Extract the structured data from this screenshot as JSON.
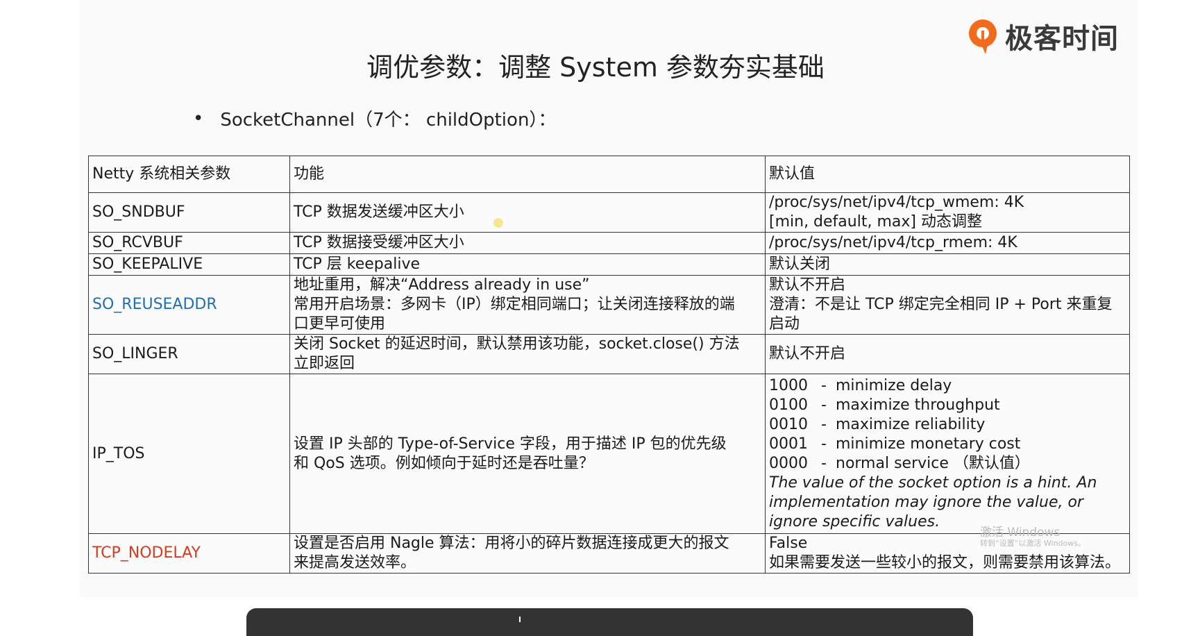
{
  "brand": {
    "logo_text": "极客时间",
    "accent": "#f26b1d"
  },
  "title": "调优参数：调整 System 参数夯实基础",
  "bullet": "SocketChannel（7个： childOption）：",
  "table": {
    "headers": [
      "Netty 系统相关参数",
      "功能",
      "默认值"
    ],
    "rows": [
      {
        "name": "SO_SNDBUF",
        "function": [
          "TCP 数据发送缓冲区大小"
        ],
        "default": [
          "/proc/sys/net/ipv4/tcp_wmem: 4K",
          "[min, default, max] 动态调整"
        ]
      },
      {
        "name": "SO_RCVBUF",
        "function": [
          "TCP 数据接受缓冲区大小"
        ],
        "default": [
          "/proc/sys/net/ipv4/tcp_rmem: 4K"
        ]
      },
      {
        "name": "SO_KEEPALIVE",
        "function": [
          "TCP 层 keepalive"
        ],
        "default": [
          "默认关闭"
        ]
      },
      {
        "name": "SO_REUSEADDR",
        "function": [
          "地址重用，解决“Address already in use”",
          "常用开启场景：多网卡（IP）绑定相同端口；让关闭连接释放的端",
          "口更早可使用"
        ],
        "default": [
          "默认不开启",
          "澄清：不是让 TCP 绑定完全相同 IP + Port 来重复",
          "启动"
        ]
      },
      {
        "name": "SO_LINGER",
        "function": [
          "关闭 Socket 的延迟时间，默认禁用该功能，socket.close() 方法",
          "立即返回"
        ],
        "default": [
          "默认不开启"
        ]
      },
      {
        "name": "IP_TOS",
        "function": [
          "设置 IP 头部的 Type-of-Service 字段，用于描述 IP 包的优先级",
          "和 QoS 选项。例如倾向于延时还是吞吐量？"
        ],
        "tos_values": [
          {
            "code": "1000",
            "desc": "minimize delay"
          },
          {
            "code": "0100",
            "desc": "maximize throughput"
          },
          {
            "code": "0010",
            "desc": "maximize reliability"
          },
          {
            "code": "0001",
            "desc": "minimize monetary cost"
          },
          {
            "code": "0000",
            "desc": "normal service （默认值）"
          }
        ],
        "tos_dash": "-",
        "note": [
          "The value of the socket option is a hint. An",
          "implementation may ignore the value, or",
          "ignore specific values."
        ]
      },
      {
        "name": "TCP_NODELAY",
        "function": [
          "设置是否启用 Nagle 算法：用将小的碎片数据连接成更大的报文",
          "来提高发送效率。"
        ],
        "default": [
          "False",
          "如果需要发送一些较小的报文，则需要禁用该算法。"
        ]
      }
    ]
  },
  "colors": {
    "reuseaddr": "#1e6fb5",
    "nodelay": "#d93a1f"
  },
  "watermark": {
    "line1": "激活 Windows",
    "line2": "转到“设置”以激活 Windows。"
  }
}
